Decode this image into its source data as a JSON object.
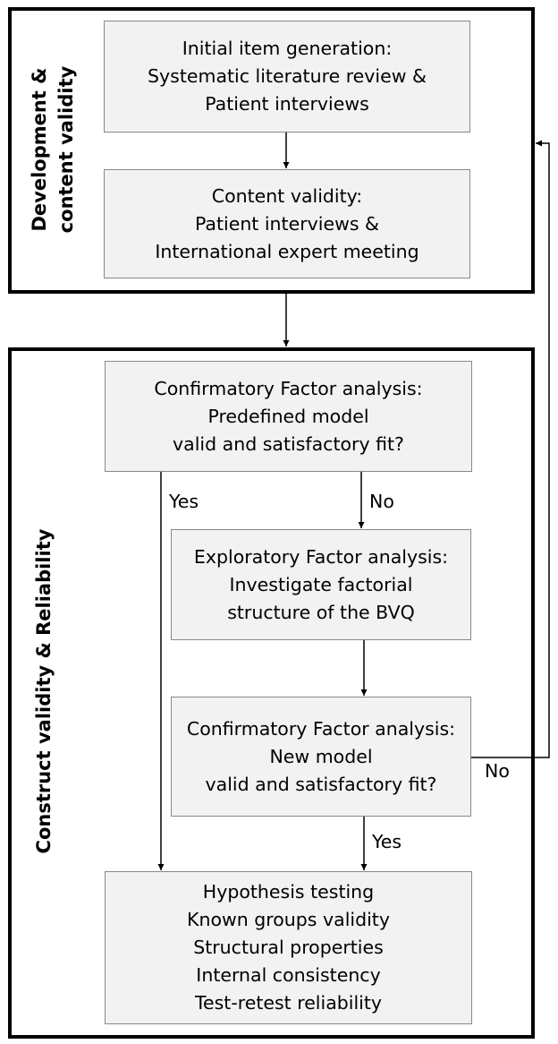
{
  "sections": {
    "development": {
      "lines": [
        "Development &",
        "content validity"
      ]
    },
    "construct": {
      "lines": [
        "Construct validity & Reliability"
      ]
    }
  },
  "boxes": {
    "initial_item_generation": [
      "Initial item generation:",
      "Systematic literature review &",
      "Patient interviews"
    ],
    "content_validity": [
      "Content validity:",
      "Patient interviews &",
      "International expert meeting"
    ],
    "cfa_predefined": [
      "Confirmatory Factor analysis:",
      "Predefined model",
      "valid and satisfactory fit?"
    ],
    "efa": [
      "Exploratory Factor analysis:",
      "Investigate factorial",
      "structure of the BVQ"
    ],
    "cfa_new": [
      "Confirmatory Factor analysis:",
      "New model",
      "valid and satisfactory fit?"
    ],
    "hypothesis_testing": [
      "Hypothesis testing",
      "Known groups validity",
      "Structural properties",
      "Internal consistency",
      "Test-retest reliability"
    ]
  },
  "edge_labels": {
    "cfa_predefined_yes": "Yes",
    "cfa_predefined_no": "No",
    "cfa_new_no": "No",
    "cfa_new_yes": "Yes"
  }
}
